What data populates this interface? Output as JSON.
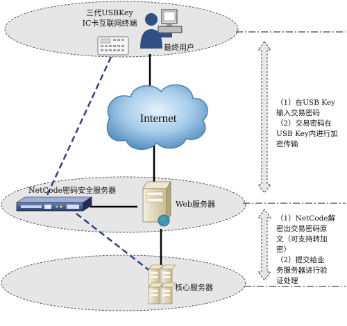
{
  "top_zone": {
    "terminal_label_line1": "三代USBKey",
    "terminal_label_line2": "IC卡互联网终端",
    "user_label": "最终用户"
  },
  "cloud_label": "Internet",
  "middle_zone": {
    "netcode_label": "NetCode密码安全服务器",
    "web_label": "Web服务器"
  },
  "bottom_zone": {
    "core_label": "核心服务器"
  },
  "notes_top": [
    "（1）在USB Key",
    "输入交易密码",
    "（2）交易密码在",
    "USB Key内进行加",
    "密传输"
  ],
  "notes_bottom": [
    "（1）NetCode解",
    "密出交易密码原",
    "文（可支持转加",
    "密）",
    "（2）提交给业",
    "务服务器进行验",
    "证处理"
  ],
  "colors": {
    "zone_fill": "#e4e4e4",
    "dashed_link": "#2d3f86",
    "cloud": "#7fb2dc",
    "arrow_fill": "#e8e8e8"
  }
}
